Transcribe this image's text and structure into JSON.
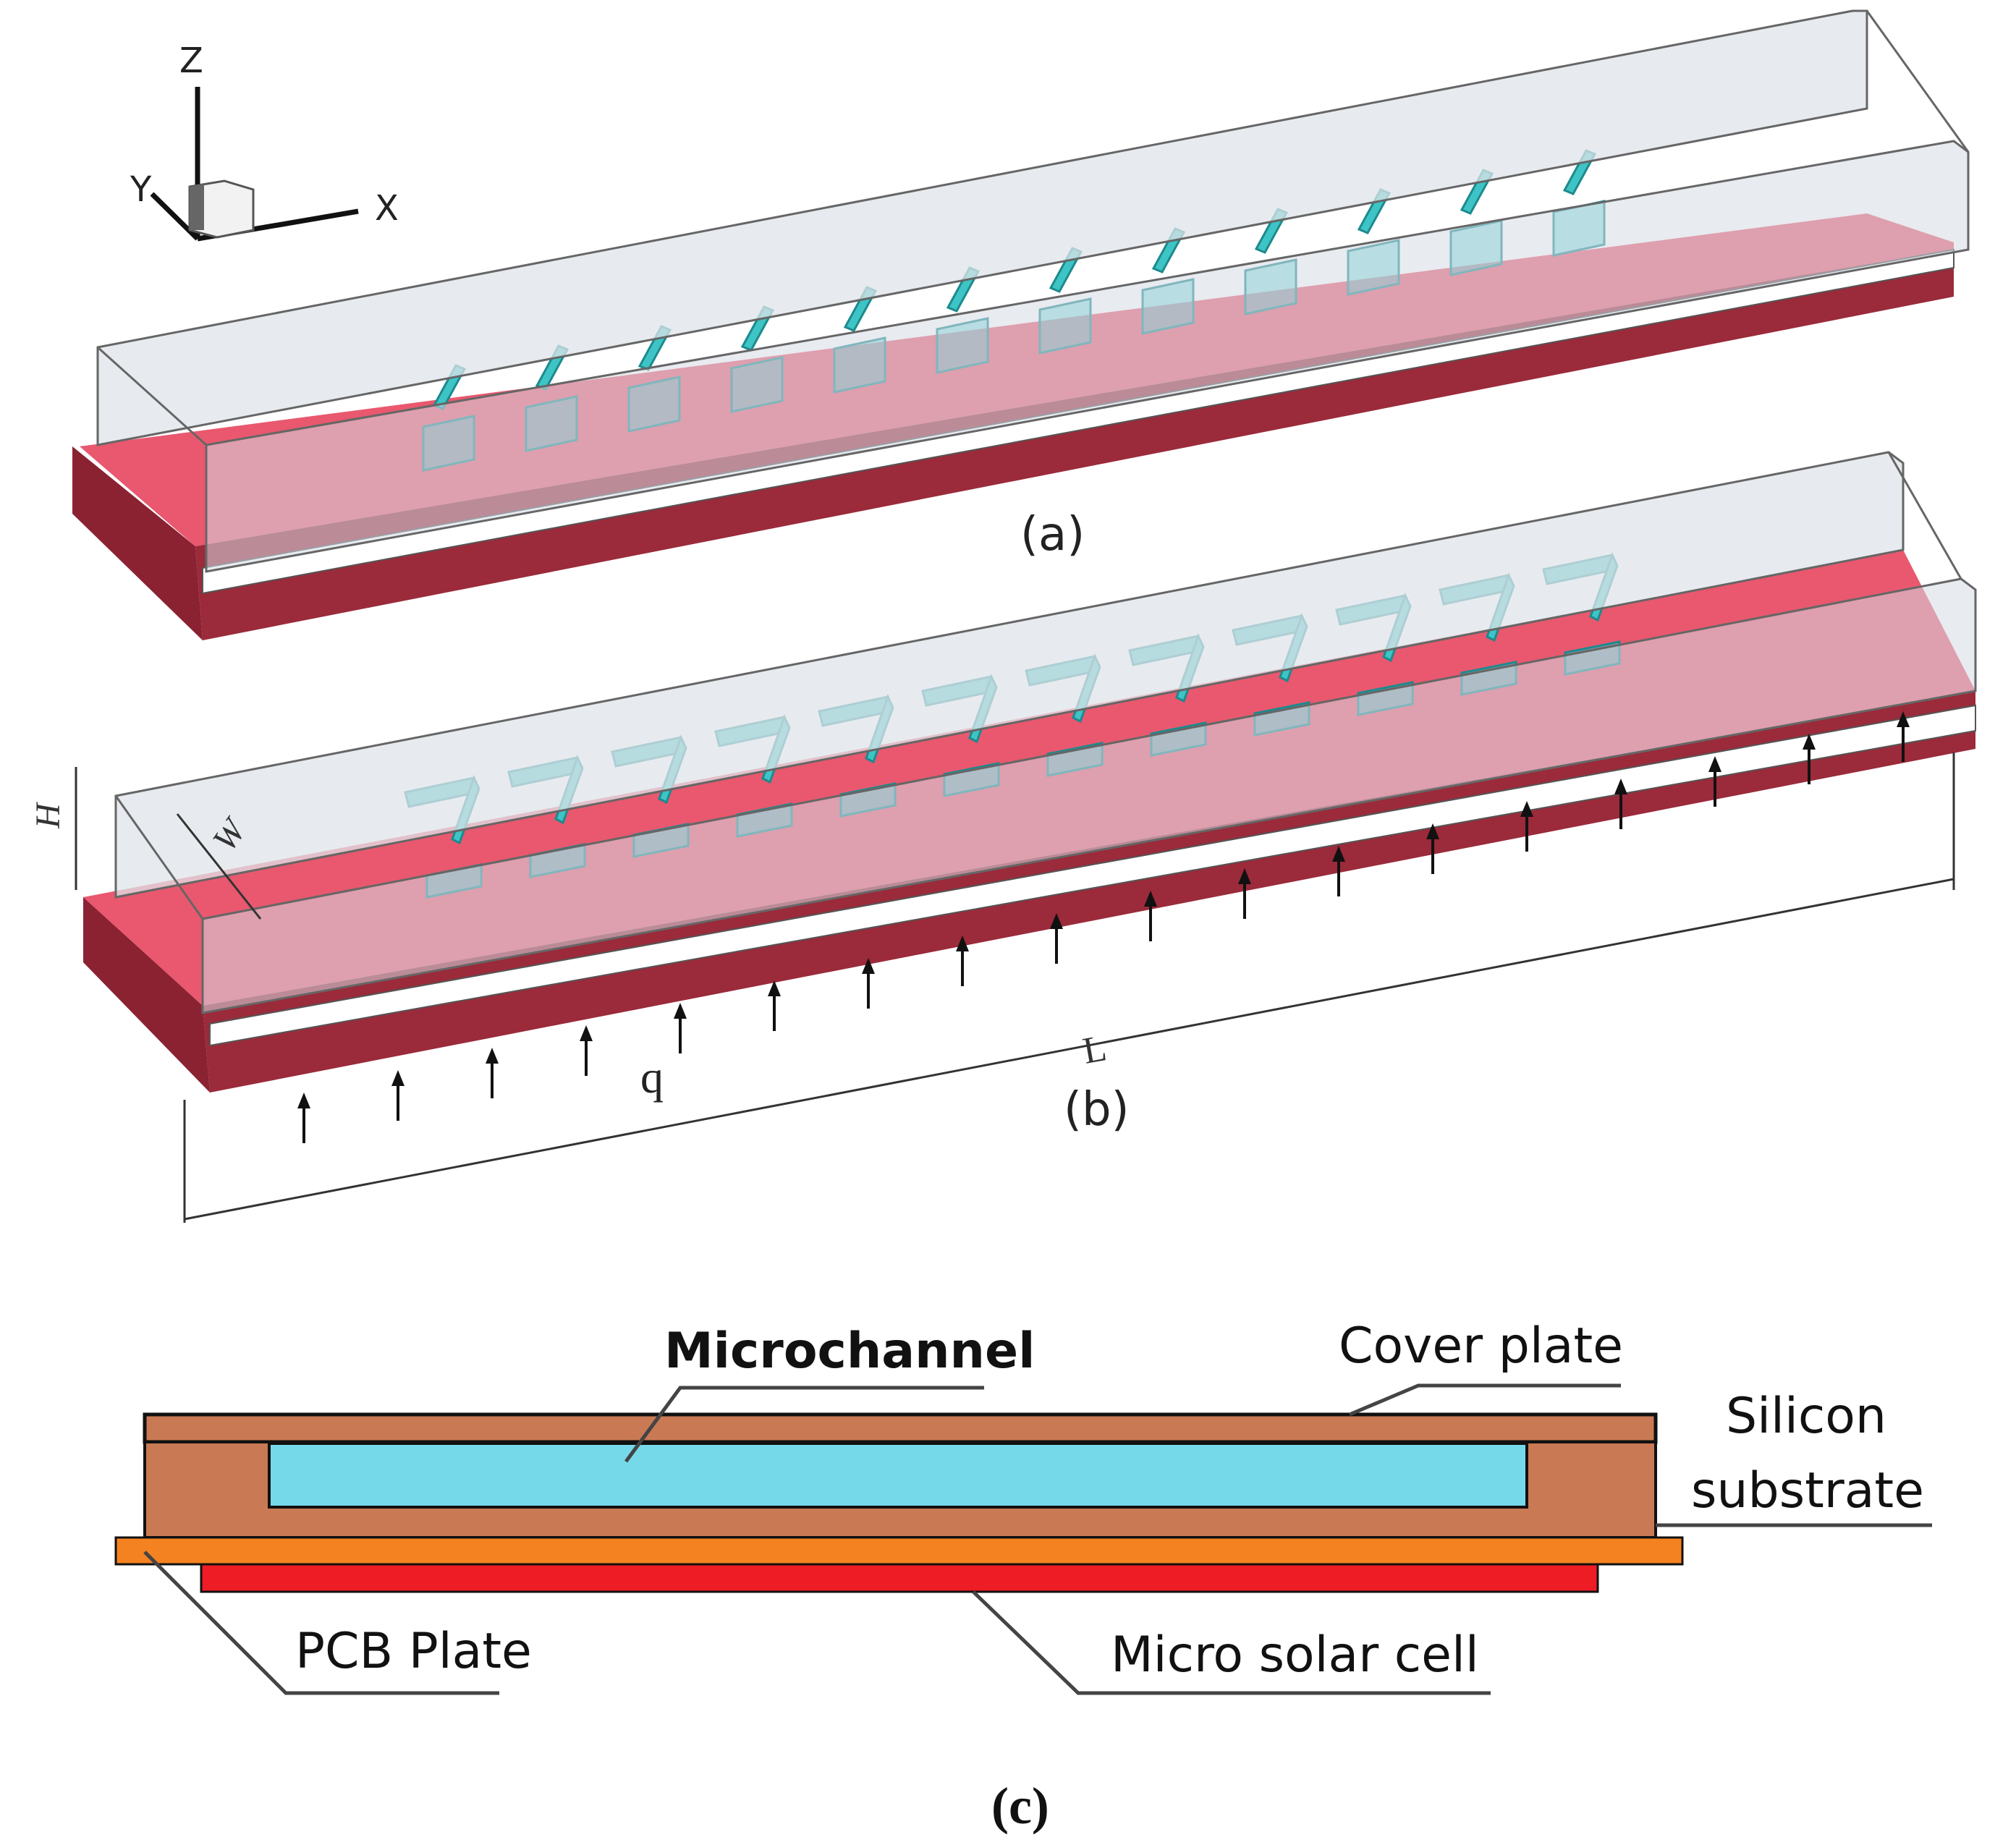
{
  "axes": {
    "z": "Z",
    "y": "Y",
    "x": "X"
  },
  "captions": {
    "a": "(a)",
    "b": "(b)",
    "c": "(c)"
  },
  "dimensions": {
    "H": "H",
    "W": "W",
    "L": "L",
    "q": "q"
  },
  "layers": {
    "microchannel": "Microchannel",
    "cover_plate": "Cover plate",
    "silicon_line1": "Silicon",
    "silicon_line2": "substrate",
    "pcb_plate": "PCB Plate",
    "micro_solar_cell": "Micro solar cell"
  },
  "colors": {
    "substrate_top": "#e9586e",
    "substrate_side": "#9b2a3a",
    "glass": "#dfe4ea",
    "fin": "#3ec4c4",
    "fin_dark": "#1c8a8e",
    "silicon": "#c97a54",
    "channel": "#76d9ea",
    "pcb": "#f58220",
    "solar": "#ee1c24"
  },
  "icons": {
    "heat_flux_arrow": "up-arrow-icon"
  }
}
